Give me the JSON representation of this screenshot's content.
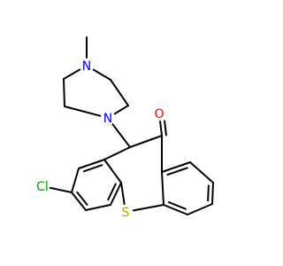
{
  "molecule": {
    "atoms": {
      "methyl_c": {
        "symbol": "",
        "color": "#000000"
      },
      "n_top": {
        "symbol": "N",
        "color": "#0000ff"
      },
      "pip_a": {
        "symbol": "",
        "color": "#000000"
      },
      "pip_b": {
        "symbol": "",
        "color": "#000000"
      },
      "n_bottom": {
        "symbol": "N",
        "color": "#0000ff"
      },
      "pip_c": {
        "symbol": "",
        "color": "#000000"
      },
      "pip_d": {
        "symbol": "",
        "color": "#000000"
      },
      "c11": {
        "symbol": "",
        "color": "#000000"
      },
      "c_co": {
        "symbol": "",
        "color": "#000000"
      },
      "o": {
        "symbol": "O",
        "color": "#ff0000"
      },
      "cl": {
        "symbol": "Cl",
        "color": "#00a000"
      },
      "s": {
        "symbol": "S",
        "color": "#b8a800"
      },
      "l1": {
        "symbol": "",
        "color": "#000000"
      },
      "l2": {
        "symbol": "",
        "color": "#000000"
      },
      "l3": {
        "symbol": "",
        "color": "#000000"
      },
      "l4": {
        "symbol": "",
        "color": "#000000"
      },
      "l5": {
        "symbol": "",
        "color": "#000000"
      },
      "l6": {
        "symbol": "",
        "color": "#000000"
      },
      "r1": {
        "symbol": "",
        "color": "#000000"
      },
      "r2": {
        "symbol": "",
        "color": "#000000"
      },
      "r3": {
        "symbol": "",
        "color": "#000000"
      },
      "r4": {
        "symbol": "",
        "color": "#000000"
      },
      "r5": {
        "symbol": "",
        "color": "#000000"
      },
      "r6": {
        "symbol": "",
        "color": "#000000"
      }
    },
    "bonds": [
      {
        "a": "methyl_c",
        "b": "n_top",
        "order": 1
      },
      {
        "a": "n_top",
        "b": "pip_a",
        "order": 1
      },
      {
        "a": "pip_a",
        "b": "pip_b",
        "order": 1
      },
      {
        "a": "pip_b",
        "b": "n_bottom",
        "order": 1
      },
      {
        "a": "n_bottom",
        "b": "pip_c",
        "order": 1
      },
      {
        "a": "pip_c",
        "b": "pip_d",
        "order": 1
      },
      {
        "a": "pip_d",
        "b": "n_top",
        "order": 1
      },
      {
        "a": "n_bottom",
        "b": "c11",
        "order": 1
      },
      {
        "a": "c11",
        "b": "c_co",
        "order": 1
      },
      {
        "a": "c_co",
        "b": "o",
        "order": 2
      },
      {
        "a": "c11",
        "b": "l1",
        "order": 1
      },
      {
        "a": "l1",
        "b": "l2",
        "order": 2
      },
      {
        "a": "l2",
        "b": "l3",
        "order": 1
      },
      {
        "a": "l3",
        "b": "cl",
        "order": 1
      },
      {
        "a": "l3",
        "b": "l4",
        "order": 2
      },
      {
        "a": "l4",
        "b": "l5",
        "order": 1
      },
      {
        "a": "l5",
        "b": "l6",
        "order": 2
      },
      {
        "a": "l6",
        "b": "l1",
        "order": 1
      },
      {
        "a": "l6",
        "b": "s",
        "order": 1
      },
      {
        "a": "s",
        "b": "r1",
        "order": 1
      },
      {
        "a": "r1",
        "b": "r2",
        "order": 2
      },
      {
        "a": "r2",
        "b": "r3",
        "order": 1
      },
      {
        "a": "r3",
        "b": "r4",
        "order": 2
      },
      {
        "a": "r4",
        "b": "r5",
        "order": 1
      },
      {
        "a": "r5",
        "b": "r6",
        "order": 2
      },
      {
        "a": "r6",
        "b": "r1",
        "order": 1
      },
      {
        "a": "r6",
        "b": "c_co",
        "order": 1
      }
    ]
  }
}
